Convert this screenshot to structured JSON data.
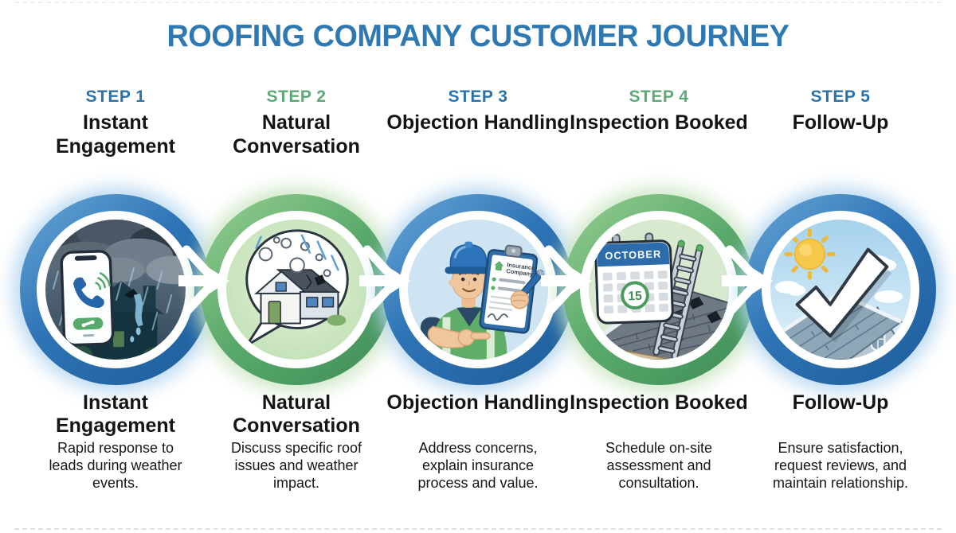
{
  "title": "ROOFING COMPANY CUSTOMER JOURNEY",
  "colors": {
    "title_blue": "#2e79b2",
    "step_blue": "#2a72a8",
    "step_green": "#5ea877",
    "ring_blue": "#2e74b6",
    "ring_green": "#5aa96c",
    "text_black": "#141414"
  },
  "steps": [
    {
      "step_label": "STEP 1",
      "name": "Instant Engagement",
      "description": "Rapid response to leads during weather events.",
      "accent": "blue",
      "icon": "storm-phone-call-icon"
    },
    {
      "step_label": "STEP 2",
      "name": "Natural Conversation",
      "description": "Discuss specific roof issues and weather impact.",
      "accent": "green",
      "icon": "hail-damage-chat-icon"
    },
    {
      "step_label": "STEP 3",
      "name": "Objection Handling",
      "description": "Address concerns, explain insurance process and value.",
      "accent": "blue",
      "icon": "contractor-clipboard-icon"
    },
    {
      "step_label": "STEP 4",
      "name": "Inspection Booked",
      "description": "Schedule on-site assessment and consultation.",
      "accent": "green",
      "icon": "calendar-ladder-icon"
    },
    {
      "step_label": "STEP 5",
      "name": "Follow-Up",
      "description": "Ensure satisfaction, request reviews, and maintain relationship.",
      "accent": "blue",
      "icon": "roof-checkmark-icon"
    }
  ],
  "illustration_text": {
    "calendar_month": "OCTOBER",
    "calendar_day": "15",
    "clipboard_line1": "Insurance",
    "clipboard_line2": "Company"
  }
}
